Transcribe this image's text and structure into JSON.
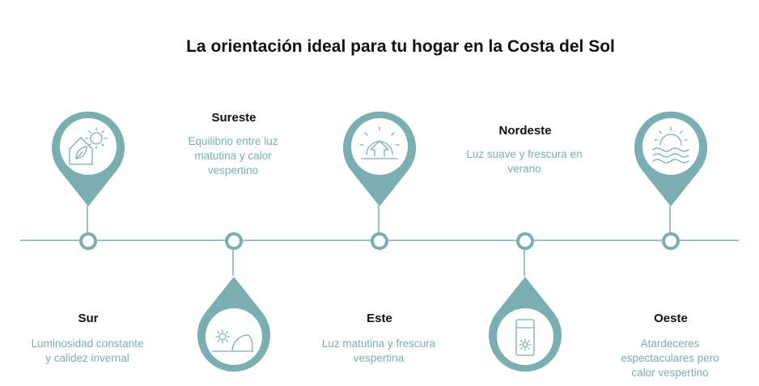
{
  "title": "La orientación ideal para tu hogar en la Costa del Sol",
  "colors": {
    "accent": "#7aaeb0",
    "line": "#9cc2c3",
    "text": "#111111"
  },
  "items": [
    {
      "heading": "Sur",
      "desc_lines": [
        "Luminosidad constante",
        "y calidez invernal"
      ],
      "icon": "house-leaf-sun-icon",
      "pin": "top"
    },
    {
      "heading": "Sureste",
      "desc_lines": [
        "Equilibrio entre luz",
        "matutina y calor",
        "vespertino"
      ],
      "icon": "sun-dome-icon",
      "pin": "bottom"
    },
    {
      "heading": "Este",
      "desc_lines": [
        "Luz matutina y frescura",
        "vespertina"
      ],
      "icon": "sunrise-icon",
      "pin": "top"
    },
    {
      "heading": "Nordeste",
      "desc_lines": [
        "Luz suave y frescura en",
        "verano"
      ],
      "icon": "sunscreen-bottle-icon",
      "pin": "bottom"
    },
    {
      "heading": "Oeste",
      "desc_lines": [
        "Atardeceres",
        "espectaculares pero",
        "calor vespertino"
      ],
      "icon": "sunset-sea-icon",
      "pin": "top"
    }
  ]
}
